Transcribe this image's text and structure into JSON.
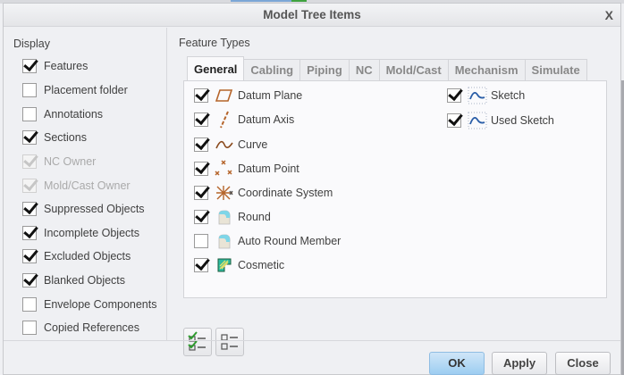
{
  "window": {
    "title": "Model Tree Items",
    "close_label": "X"
  },
  "display": {
    "label": "Display",
    "items": [
      {
        "label": "Features",
        "checked": true,
        "disabled": false
      },
      {
        "label": "Placement folder",
        "checked": false,
        "disabled": false
      },
      {
        "label": "Annotations",
        "checked": false,
        "disabled": false
      },
      {
        "label": "Sections",
        "checked": true,
        "disabled": false
      },
      {
        "label": "NC Owner",
        "checked": true,
        "disabled": true
      },
      {
        "label": "Mold/Cast Owner",
        "checked": true,
        "disabled": true
      },
      {
        "label": "Suppressed Objects",
        "checked": true,
        "disabled": false
      },
      {
        "label": "Incomplete Objects",
        "checked": true,
        "disabled": false
      },
      {
        "label": "Excluded Objects",
        "checked": true,
        "disabled": false
      },
      {
        "label": "Blanked Objects",
        "checked": true,
        "disabled": false
      },
      {
        "label": "Envelope Components",
        "checked": false,
        "disabled": false
      },
      {
        "label": "Copied References",
        "checked": false,
        "disabled": false
      }
    ]
  },
  "feature_types": {
    "label": "Feature Types",
    "tabs": [
      {
        "label": "General",
        "active": true
      },
      {
        "label": "Cabling",
        "active": false
      },
      {
        "label": "Piping",
        "active": false
      },
      {
        "label": "NC",
        "active": false
      },
      {
        "label": "Mold/Cast",
        "active": false
      },
      {
        "label": "Mechanism",
        "active": false
      },
      {
        "label": "Simulate",
        "active": false
      }
    ],
    "general_items": [
      {
        "label": "Datum Plane",
        "checked": true,
        "icon": "datum-plane-icon"
      },
      {
        "label": "Datum Axis",
        "checked": true,
        "icon": "datum-axis-icon"
      },
      {
        "label": "Curve",
        "checked": true,
        "icon": "curve-icon"
      },
      {
        "label": "Datum Point",
        "checked": true,
        "icon": "datum-point-icon"
      },
      {
        "label": "Coordinate System",
        "checked": true,
        "icon": "coordinate-system-icon"
      },
      {
        "label": "Round",
        "checked": true,
        "icon": "round-icon"
      },
      {
        "label": "Auto Round Member",
        "checked": false,
        "icon": "auto-round-icon"
      },
      {
        "label": "Cosmetic",
        "checked": true,
        "icon": "cosmetic-icon"
      },
      {
        "label": "Sketch",
        "checked": true,
        "icon": "sketch-icon"
      },
      {
        "label": "Used Sketch",
        "checked": true,
        "icon": "used-sketch-icon"
      }
    ],
    "select_all_icon": "select-all-icon",
    "deselect_all_icon": "deselect-all-icon"
  },
  "buttons": {
    "ok": "OK",
    "apply": "Apply",
    "close": "Close"
  },
  "colors": {
    "icon_brown": "#b5642a",
    "sketch_blue": "#2a5ea8",
    "ok_blue": "#9dcdf1",
    "check_green": "#2e9b2e"
  }
}
